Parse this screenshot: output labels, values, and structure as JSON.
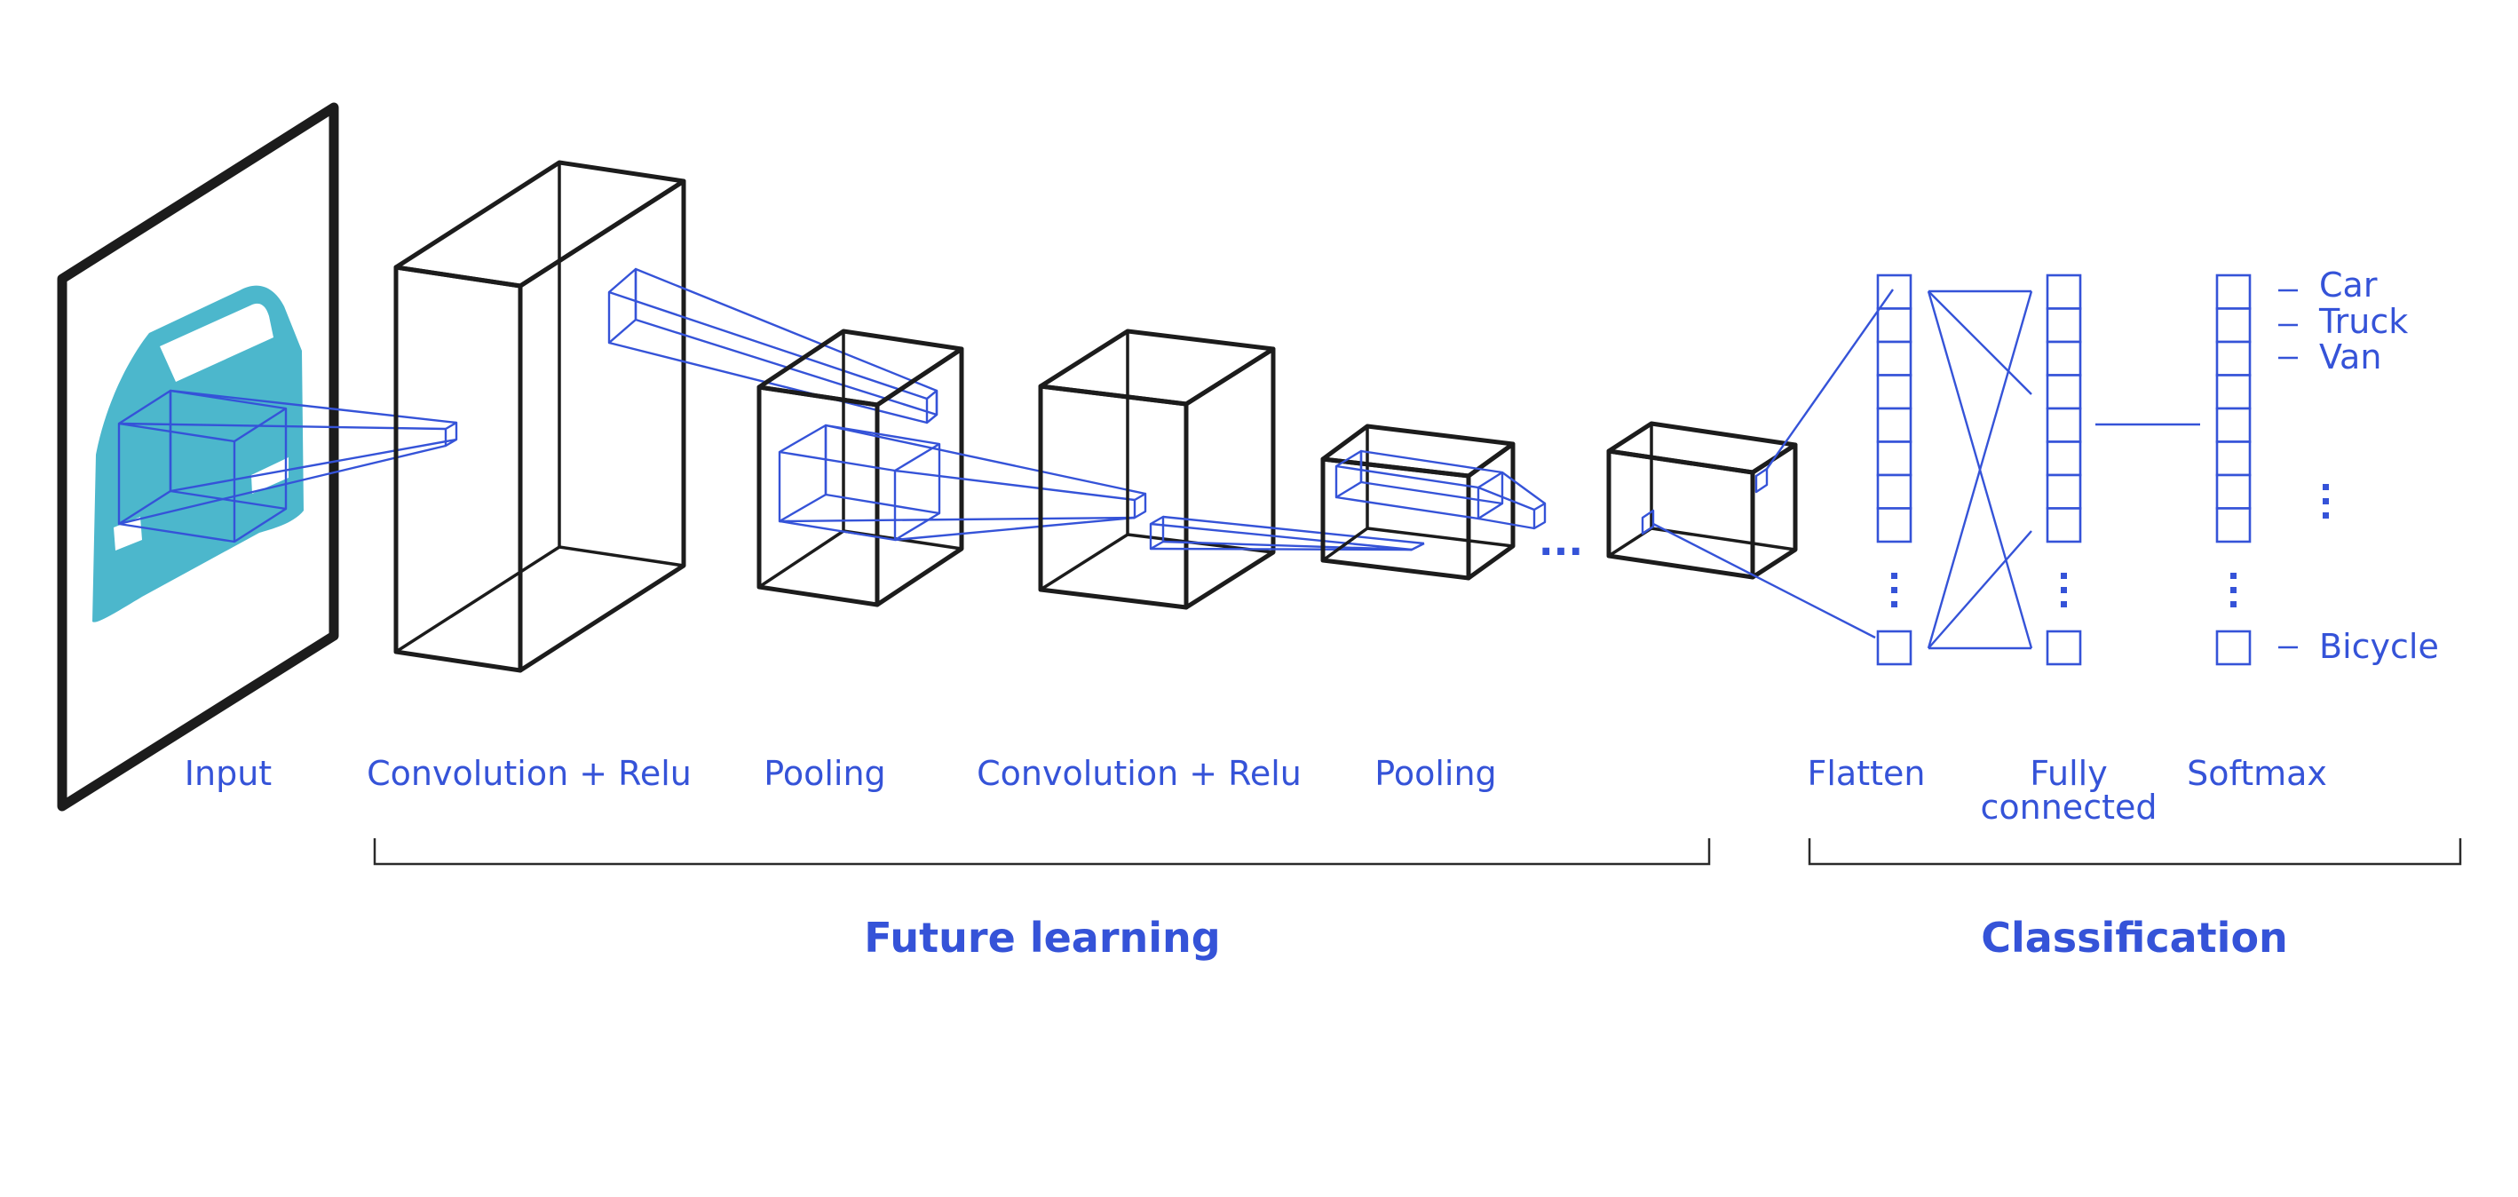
{
  "diagram": {
    "stages": [
      {
        "id": "input",
        "label": "Input"
      },
      {
        "id": "conv1",
        "label": "Convolution + Relu"
      },
      {
        "id": "pool1",
        "label": "Pooling"
      },
      {
        "id": "conv2",
        "label": "Convolution + Relu"
      },
      {
        "id": "pool2",
        "label": "Pooling"
      },
      {
        "id": "flatten",
        "label": "Flatten"
      },
      {
        "id": "fc",
        "label_line1": "Fully",
        "label_line2": "connected"
      },
      {
        "id": "softmax",
        "label": "Softmax"
      }
    ],
    "groups": {
      "feature": {
        "label": "Future learning"
      },
      "classification": {
        "label": "Classification"
      }
    },
    "classes": [
      "Car",
      "Truck",
      "Van",
      "Bicycle"
    ],
    "continuation": "...",
    "colors": {
      "accent": "#3553d8",
      "outline": "#1c1c1c",
      "car_icon": "#4cb7cc"
    },
    "icons": [
      "car-icon"
    ]
  }
}
